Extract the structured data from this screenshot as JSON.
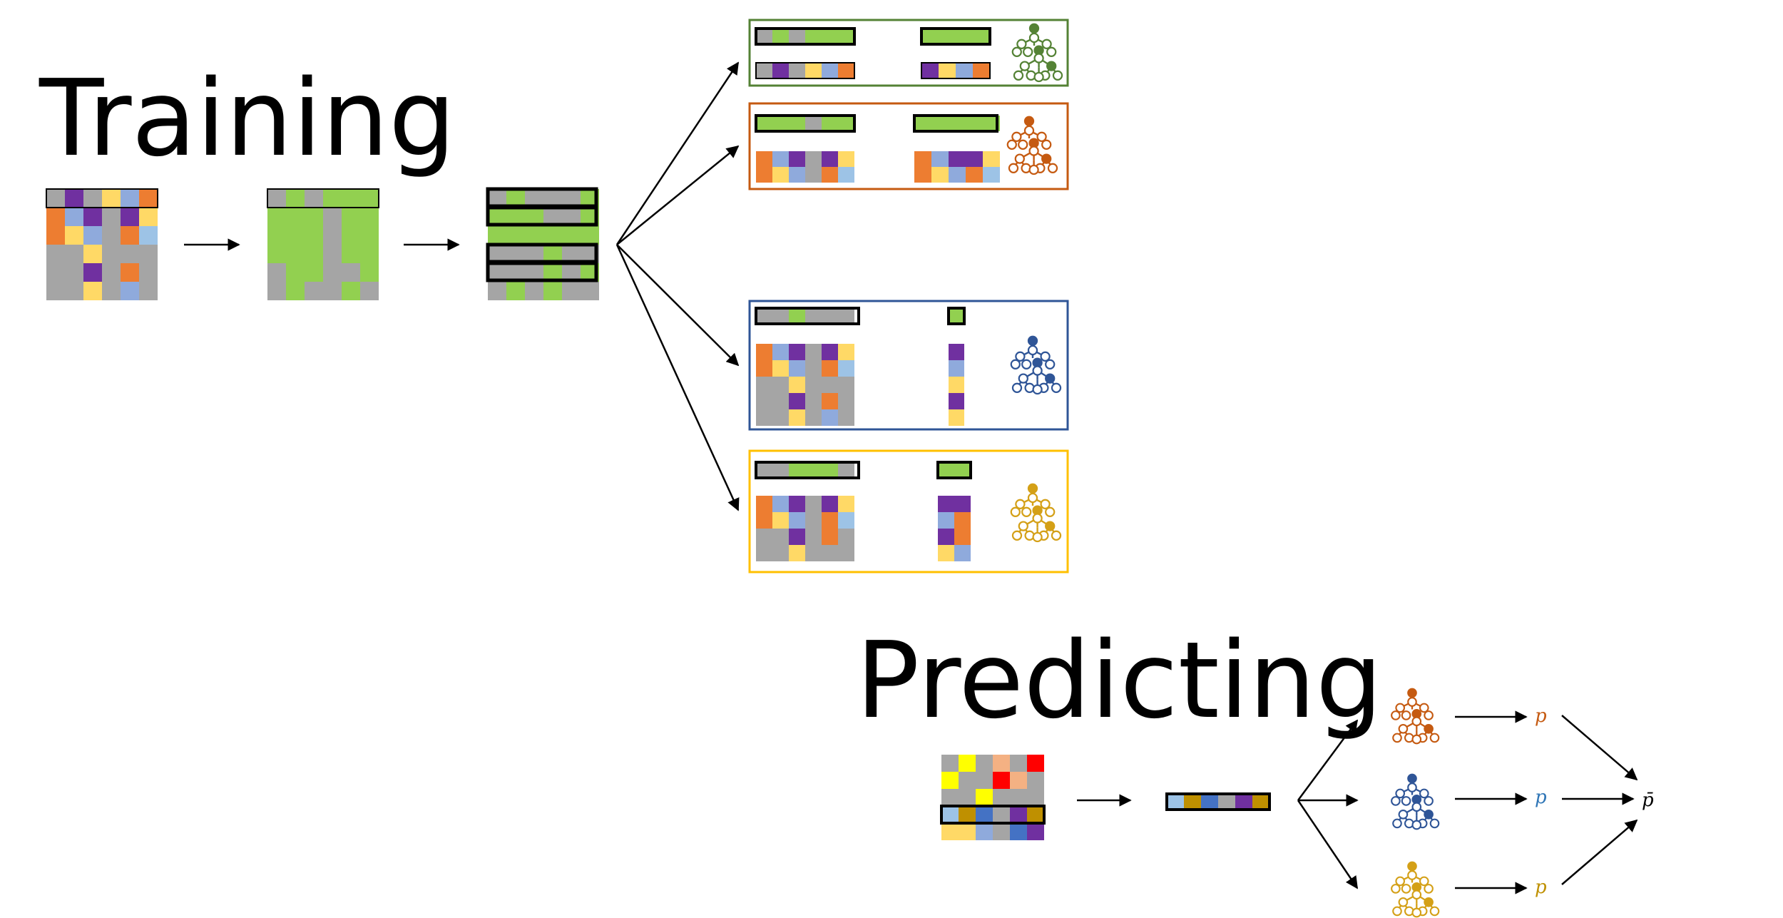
{
  "titles": {
    "training": "Training",
    "predicting": "Predicting"
  },
  "colors": {
    "gray": "#a5a5a5",
    "purple": "#7030a0",
    "orange": "#ed7d31",
    "yellow": "#ffd966",
    "blue": "#8faadc",
    "lightblue": "#9dc3e6",
    "green": "#92d050",
    "brightyellow": "#ffff00",
    "red": "#ff0000",
    "salmon": "#f4b183",
    "royal": "#4472c4",
    "gold": "#bf9000",
    "darkgreen": "#548235",
    "darkorange": "#c55a11",
    "navy": "#2f5597",
    "amber": "#ffc000",
    "treegold": "#d4a017",
    "black": "#000000"
  },
  "tree_labels": {
    "p": "p",
    "p_bar": "p̄"
  },
  "icons": [
    "tree-icon",
    "arrow-icon"
  ]
}
